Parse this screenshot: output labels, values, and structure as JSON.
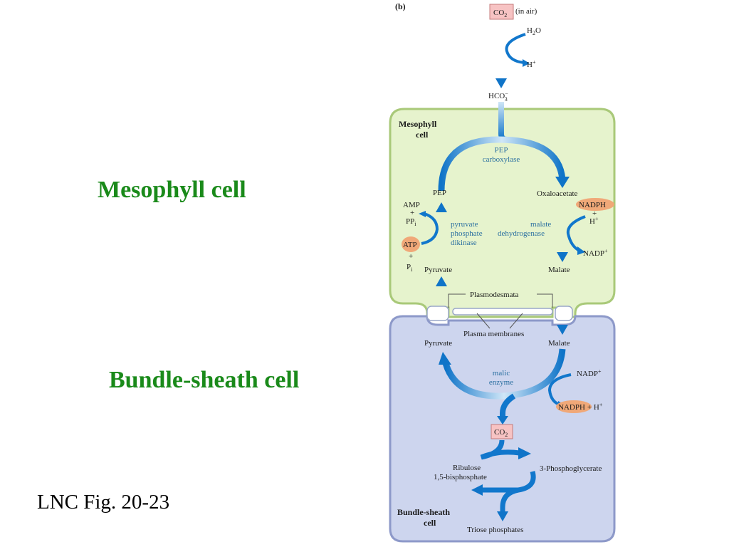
{
  "slide": {
    "mesophyll_label": "Mesophyll cell",
    "bundle_label": "Bundle-sheath cell",
    "caption": "LNC Fig. 20-23"
  },
  "figure": {
    "panel": "(b)",
    "co2_air_box": "CO",
    "co2_air_sub": "2",
    "co2_air_note": "(in air)",
    "h2o": "H",
    "h2o_sub": "2",
    "h2o_o": "O",
    "h_plus": "H",
    "h_plus_sup": "+",
    "hco3": "HCO",
    "hco3_sub": "3",
    "hco3_sup": "−",
    "mesophyll_cell_line1": "Mesophyll",
    "mesophyll_cell_line2": "cell",
    "pep_carboxylase_line1": "PEP",
    "pep_carboxylase_line2": "carboxylase",
    "pep": "PEP",
    "oxaloacetate": "Oxaloacetate",
    "nadph": "NADPH",
    "plus": "+",
    "malate_dh_line1": "malate",
    "malate_dh_line2": "dehydrogenase",
    "ppdk_line1": "pyruvate",
    "ppdk_line2": "phosphate",
    "ppdk_line3": "dikinase",
    "amp": "AMP",
    "pp": "PP",
    "i_sub": "i",
    "atp": "ATP",
    "p": "P",
    "nadp": "NADP",
    "nadp_sup": "+",
    "pyruvate_meso": "Pyruvate",
    "malate_meso": "Malate",
    "plasmodesmata": "Plasmodesmata",
    "plasma_membranes": "Plasma membranes",
    "pyruvate_bs": "Pyruvate",
    "malate_bs": "Malate",
    "malic_enzyme_line1": "malic",
    "malic_enzyme_line2": "enzyme",
    "nadph_h_suffix": "+ H",
    "co2_bs": "CO",
    "co2_bs_sub": "2",
    "rubp_line1": "Ribulose",
    "rubp_line2": "1,5-bisphosphate",
    "pga": "3-Phosphoglycerate",
    "bundle_cell_line1": "Bundle-sheath",
    "bundle_cell_line2": "cell",
    "triose": "Triose phosphates"
  },
  "colors": {
    "mesophyll_fill": "#e6f3cd",
    "mesophyll_stroke": "#a9c979",
    "bundle_fill": "#cdd5ee",
    "bundle_stroke": "#8d99c9",
    "arrow": "#1177cc",
    "co2_box": "#f7c3c3",
    "cofactor_oval": "#f0a878",
    "label_green": "#1a8a1a"
  }
}
